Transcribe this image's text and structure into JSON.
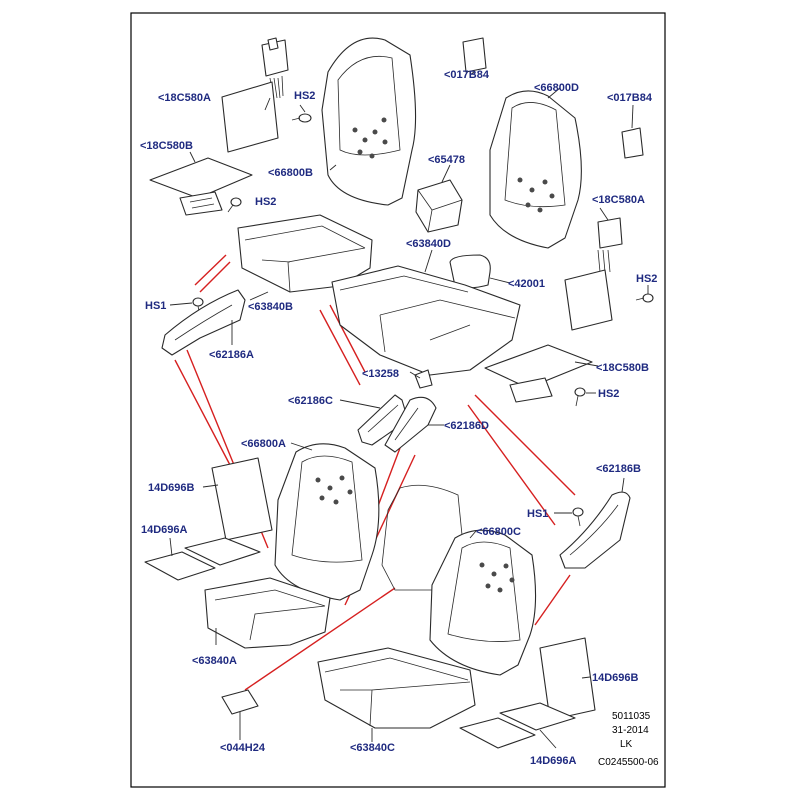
{
  "callouts": {
    "c18C580A_top": "<18C580A",
    "hs2_top": "HS2",
    "c017B84_left": "<017B84",
    "c66800D": "<66800D",
    "c017B84_right": "<017B84",
    "c18C580B_left": "<18C580B",
    "c66800B": "<66800B",
    "c65478": "<65478",
    "hs2_left": "HS2",
    "c18C580A_right": "<18C580A",
    "c63840D": "<63840D",
    "c42001": "<42001",
    "hs2_right": "HS2",
    "hs1_left": "HS1",
    "c63840B": "<63840B",
    "c62186A": "<62186A",
    "c18C580B_right": "<18C580B",
    "c13258": "<13258",
    "hs2_lower": "HS2",
    "c62186C": "<62186C",
    "c62186D": "<62186D",
    "c66800A": "<66800A",
    "c62186B": "<62186B",
    "c14D696B_left": "14D696B",
    "hs1_right": "HS1",
    "c66800C": "<66800C",
    "c14D696A_left": "14D696A",
    "c63840A": "<63840A",
    "c14D696B_right": "14D696B",
    "c044H24": "<044H24",
    "c63840C": "<63840C",
    "c14D696A_right": "14D696A"
  },
  "reference": {
    "line1": "5011035",
    "line2": "31-2014",
    "line3": "LK",
    "line4": "C0245500-06"
  }
}
